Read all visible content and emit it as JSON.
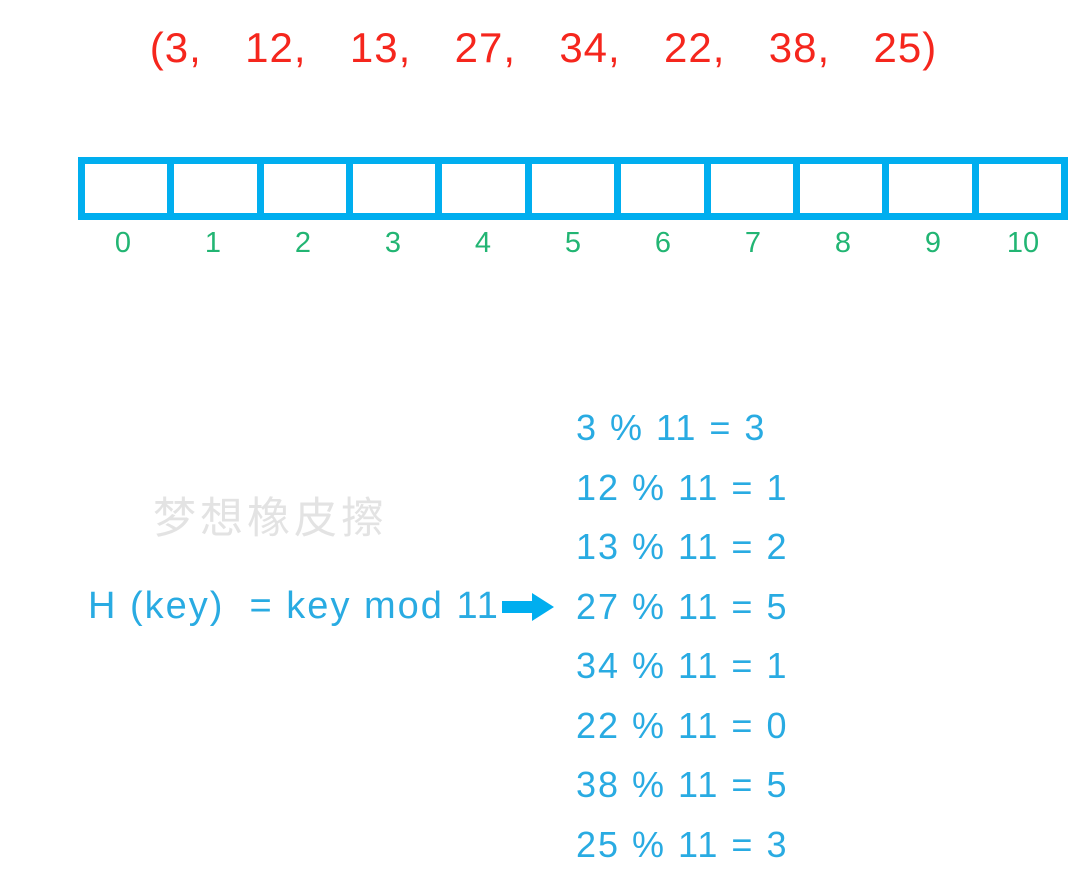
{
  "keys_tuple": {
    "text": "(3,  12,  13,  27,  34,  22,  38,  25)"
  },
  "hash_table": {
    "cell_count": 11,
    "indices": [
      "0",
      "1",
      "2",
      "3",
      "4",
      "5",
      "6",
      "7",
      "8",
      "9",
      "10"
    ]
  },
  "watermark": {
    "text": "梦想橡皮擦"
  },
  "hash_function": {
    "formula": "H (key)  = key mod 11",
    "arrow_icon": "right-arrow"
  },
  "hash_results": {
    "lines": [
      "3 % 11 = 3",
      "12 % 11 = 1",
      "13 % 11 = 2",
      "27 % 11 = 5",
      "34 % 11 = 1",
      "22 % 11 = 0",
      "38 % 11 = 5",
      "25 % 11 = 3"
    ]
  },
  "colors": {
    "key_red": "#F5261D",
    "table_blue": "#00AEEF",
    "text_blue": "#29ABE2",
    "index_green": "#22B573",
    "watermark_gray": "#E3E3E3"
  }
}
